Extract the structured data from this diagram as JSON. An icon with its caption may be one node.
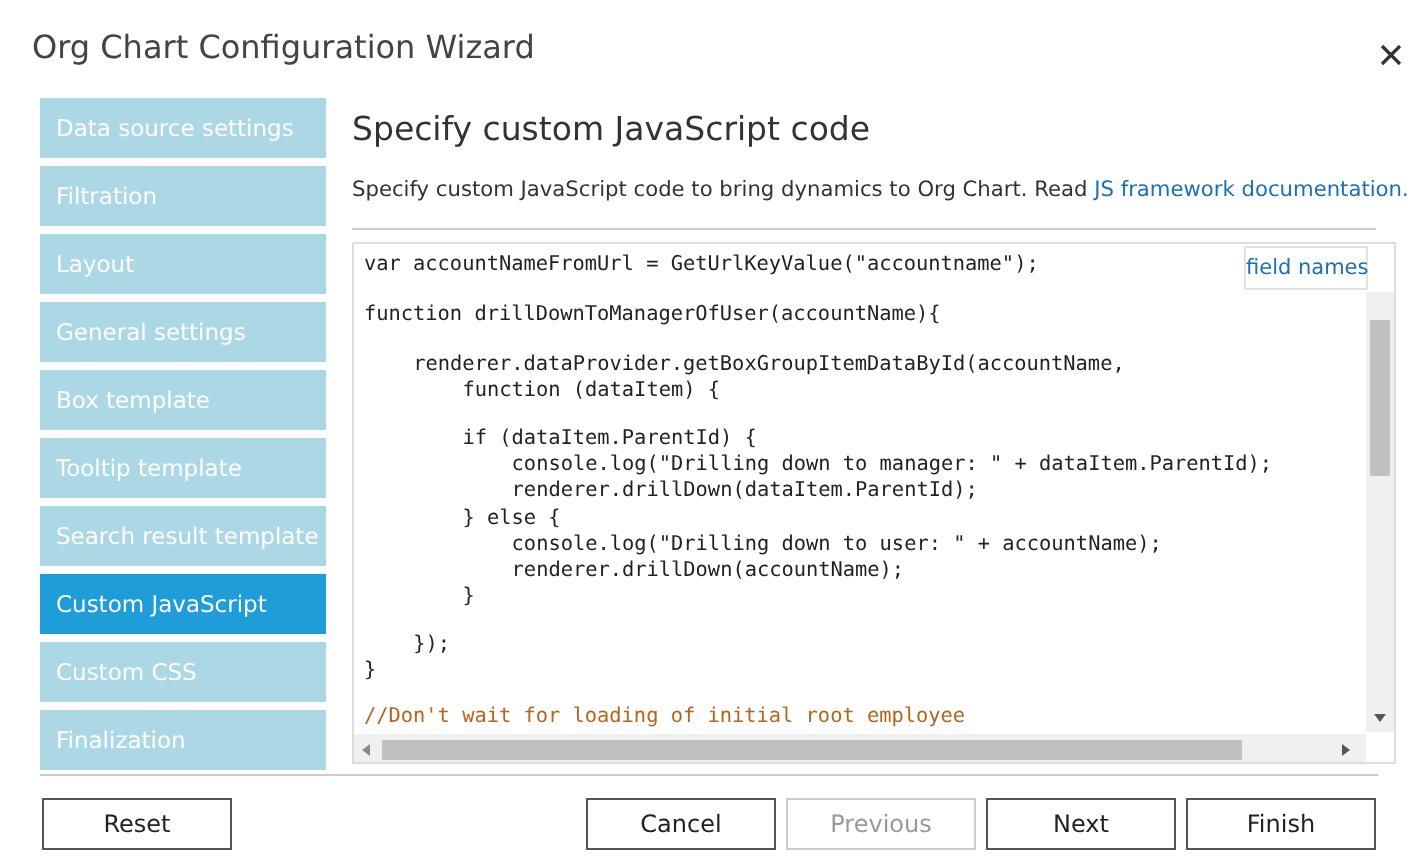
{
  "diagram": {
    "title": "Org Chart Configuration Wizard",
    "nodes": [
      {
        "text": [
          "Data source settings"
        ]
      },
      {
        "text": [
          "Filtration"
        ]
      },
      {
        "text": [
          "Layout"
        ]
      },
      {
        "text": [
          "General settings"
        ]
      },
      {
        "text": [
          "Box template"
        ]
      },
      {
        "text": [
          "Tooltip template"
        ]
      },
      {
        "text": [
          "Search result template"
        ]
      },
      {
        "text": [
          "Custom JavaScript"
        ]
      },
      {
        "text": [
          "Custom CSS"
        ]
      },
      {
        "text": [
          "Finalization"
        ]
      },
      {
        "text": [
          "field names"
        ]
      },
      {
        "text": [
          "Reset"
        ]
      },
      {
        "text": [
          "Cancel"
        ]
      },
      {
        "text": [
          "Previous"
        ]
      },
      {
        "text": [
          "Next"
        ]
      },
      {
        "text": [
          "Finish"
        ]
      }
    ],
    "labels": [
      "Specify custom JavaScript code",
      "Specify custom JavaScript code to bring dynamics to Org Chart. Read",
      "JS framework documentation.",
      "var accountNameFromUrl = GetUrlKeyValue(\"accountname\");",
      "function drillDownToManagerOfUser(accountName){",
      "renderer.dataProvider.getBoxGroupItemDataById(accountName,",
      "function (dataItem) {",
      "if (dataItem.ParentId) {",
      "console.log(\"Drilling down to manager: \" + dataItem.ParentId);",
      "renderer.drillDown(dataItem.ParentId);",
      "} else {",
      "console.log(\"Drilling down to user: \" + accountName);",
      "renderer.drillDown(accountName);",
      "}",
      "});",
      "}",
      "//Don't wait for loading of initial root employee"
    ]
  }
}
